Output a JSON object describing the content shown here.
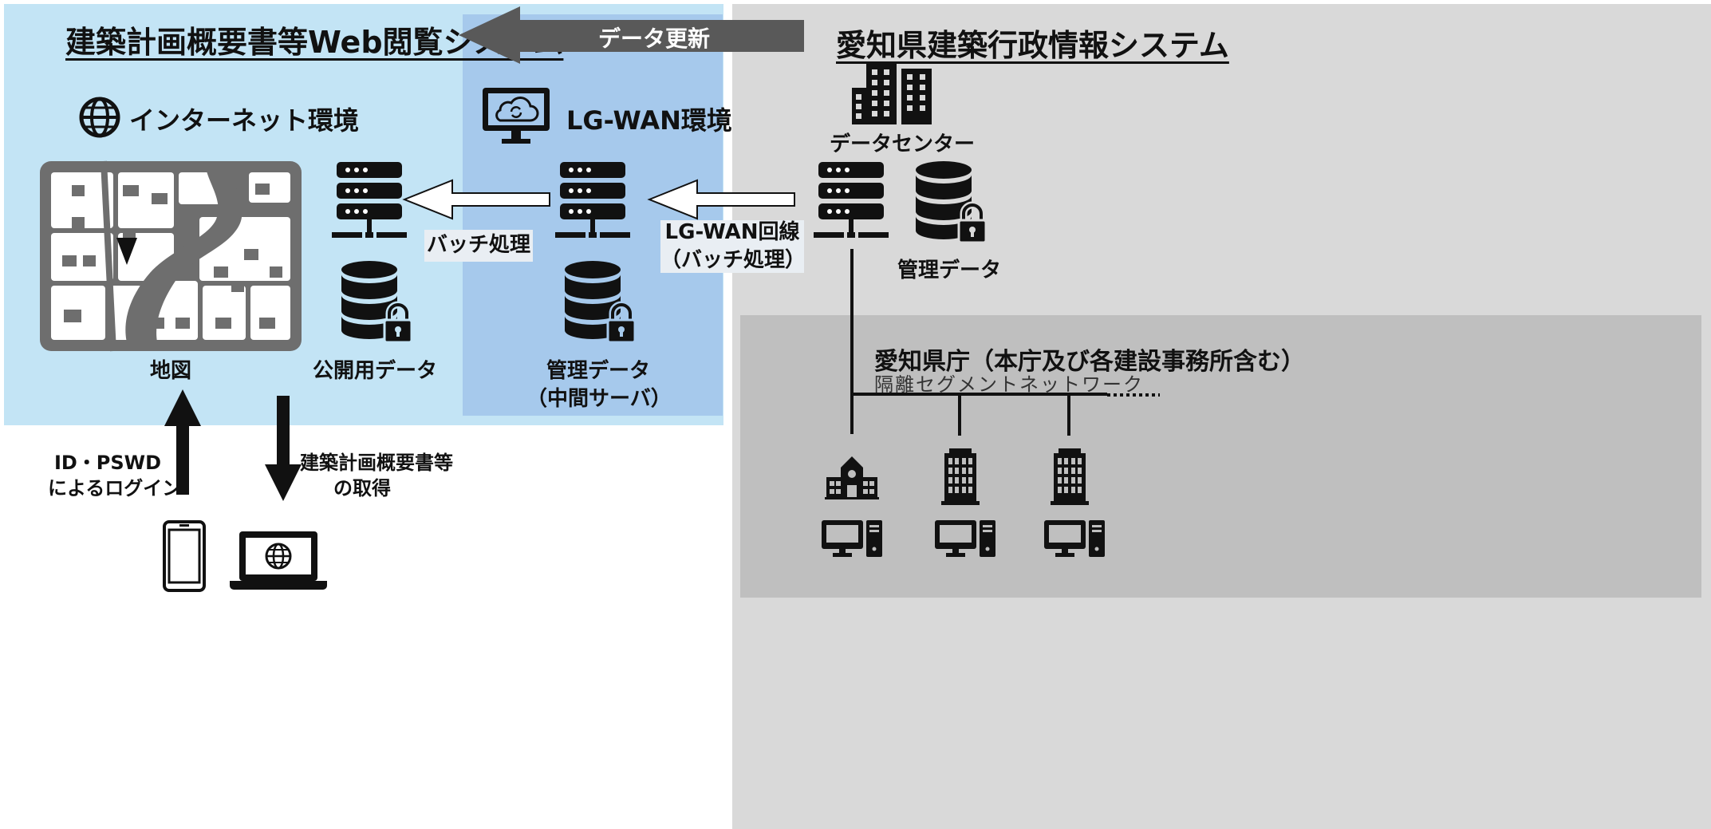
{
  "colors": {
    "internet_bg": "#c3e4f5",
    "lgwan_bg": "#a6c9ec",
    "admin_bg": "#d9d9d9",
    "pref_bg": "#bfbfbf",
    "arrow_dark": "#595959",
    "map_gray": "#6e6e6e",
    "icon": "#111111"
  },
  "titles": {
    "web_system": "建築計画概要書等Web閲覧システム",
    "admin_system": "愛知県建築行政情報システム"
  },
  "update_arrow_label": "データ更新",
  "environments": {
    "internet": {
      "label": "インターネット環境",
      "icon": "globe-icon"
    },
    "lgwan": {
      "label": "LG-WAN環境",
      "icon": "cloud-sync-monitor-icon"
    }
  },
  "data_center": {
    "label": "データセンター",
    "icon": "buildings-icon"
  },
  "nodes": {
    "map": {
      "label": "地図",
      "icon": "map-icon"
    },
    "public_data": {
      "label": "公開用データ",
      "icon": "locked-database-icon"
    },
    "mid_data": {
      "line1": "管理データ",
      "line2": "（中間サーバ）",
      "icon": "locked-database-icon"
    },
    "admin_data": {
      "label": "管理データ",
      "icon": "locked-database-icon"
    }
  },
  "transfers": {
    "batch": {
      "label": "バッチ処理"
    },
    "lgwan_line": {
      "line1": "LG-WAN回線",
      "line2": "（バッチ処理）"
    }
  },
  "prefecture": {
    "title": "愛知県庁（本庁及び各建設事務所含む）",
    "subtitle": "隔離セグメントネットワーク",
    "offices": [
      {
        "building": "school-building-icon",
        "terminal": "desktop-pc-icon"
      },
      {
        "building": "office-tower-icon",
        "terminal": "desktop-pc-icon"
      },
      {
        "building": "office-tower-icon",
        "terminal": "desktop-pc-icon"
      }
    ]
  },
  "client": {
    "login": {
      "line1": "ID・PSWD",
      "line2": "によるログイン"
    },
    "fetch": {
      "line1": "建築計画概要書等",
      "line2": "の取得"
    },
    "devices": [
      "smartphone-icon",
      "laptop-icon"
    ]
  }
}
